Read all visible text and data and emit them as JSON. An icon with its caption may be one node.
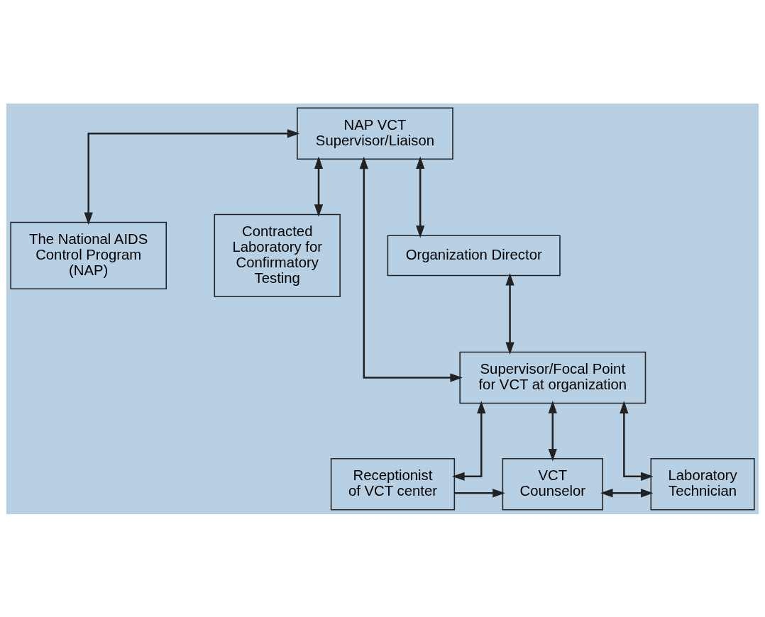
{
  "diagram": {
    "nodes": [
      {
        "text": [
          "The National AIDS Control Program (NAP)"
        ]
      },
      {
        "text": [
          "NAP VCT Supervisor/Liaison"
        ]
      },
      {
        "text": [
          "Contracted Laboratory for Confirmatory Testing"
        ]
      },
      {
        "text": [
          "Organization Director"
        ]
      },
      {
        "text": [
          "Supervisor/Focal Point for VCT at organization"
        ]
      },
      {
        "text": [
          "Receptionist of VCT center"
        ]
      },
      {
        "text": [
          "VCT Counselor"
        ]
      },
      {
        "text": [
          "Laboratory Technician"
        ]
      }
    ],
    "edges": [
      {
        "from": 1,
        "to": 0,
        "arrow": "both"
      },
      {
        "from": 1,
        "to": 2,
        "arrow": "both"
      },
      {
        "from": 1,
        "to": 3,
        "arrow": "both"
      },
      {
        "from": 1,
        "to": 4,
        "arrow": "both"
      },
      {
        "from": 3,
        "to": 4,
        "arrow": "both"
      },
      {
        "from": 4,
        "to": 5,
        "arrow": "both"
      },
      {
        "from": 4,
        "to": 6,
        "arrow": "both"
      },
      {
        "from": 4,
        "to": 7,
        "arrow": "both"
      },
      {
        "from": 5,
        "to": 6,
        "arrow": "to"
      },
      {
        "from": 6,
        "to": 7,
        "arrow": "both"
      }
    ]
  }
}
